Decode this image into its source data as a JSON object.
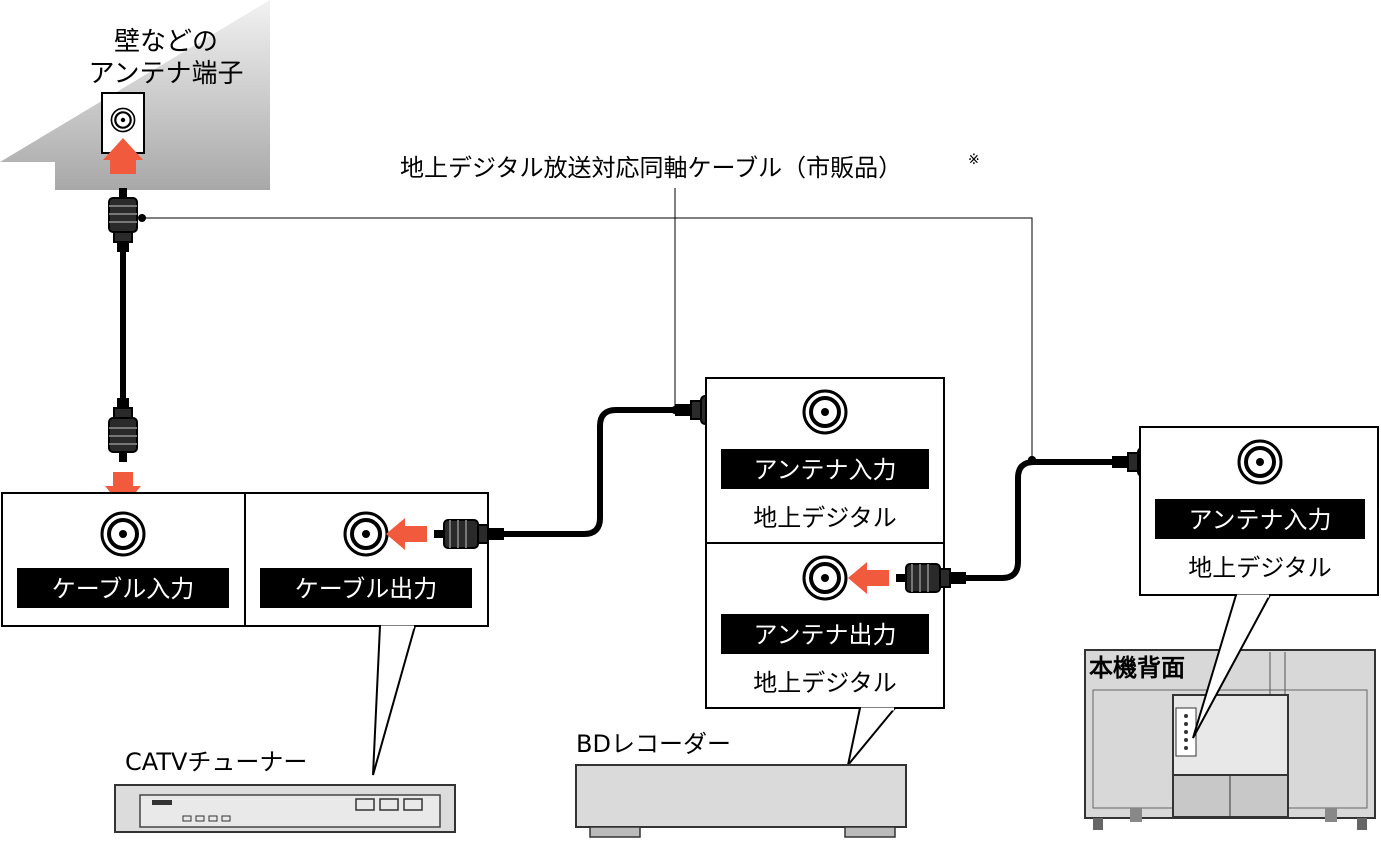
{
  "wall_label_line1": "壁などの",
  "wall_label_line2": "アンテナ端子",
  "cable_caption": "地上デジタル放送対応同軸ケーブル（市販品）",
  "cable_caption_note": "※",
  "catv": {
    "input_label": "ケーブル入力",
    "output_label": "ケーブル出力",
    "device_name": "CATVチューナー"
  },
  "recorder": {
    "antenna_in_label": "アンテナ入力",
    "antenna_in_sub": "地上デジタル",
    "antenna_out_label": "アンテナ出力",
    "antenna_out_sub": "地上デジタル",
    "device_name": "BDレコーダー"
  },
  "tv": {
    "antenna_in_label": "アンテナ入力",
    "antenna_in_sub": "地上デジタル",
    "rear_label": "本機背面"
  },
  "colors": {
    "arrow": "#f25a3e",
    "label_bg": "#000000",
    "device_gray": "#d8d8d8",
    "wall_gray": "#b5b5b5"
  }
}
